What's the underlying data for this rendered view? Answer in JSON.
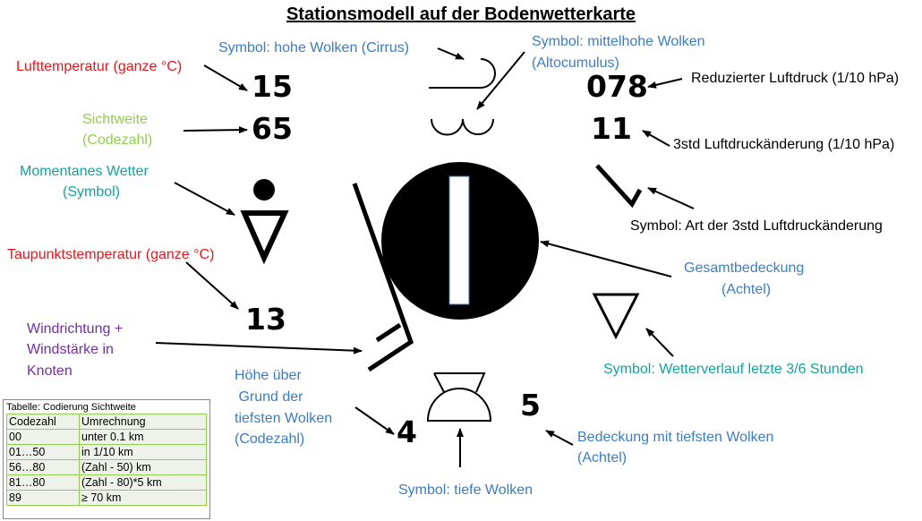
{
  "title": "Stationsmodell auf der Bodenwetterkarte",
  "labels": {
    "cirrus": "Symbol: hohe Wolken (Cirrus)",
    "altocumulus_1": "Symbol: mittelhohe Wolken",
    "altocumulus_2": "(Altocumulus)",
    "temperature": "Lufttemperatur (ganze °C)",
    "pressure": "Reduzierter Luftdruck (1/10 hPa)",
    "visibility_1": "Sichtweite",
    "visibility_2": "(Codezahl)",
    "tendency": "3std Luftdruckänderung (1/10 hPa)",
    "present_weather_1": "Momentanes Wetter",
    "present_weather_2": "(Symbol)",
    "tendency_type": "Symbol: Art der 3std Luftdruckänderung",
    "dewpoint": "Taupunktstemperatur (ganze °C)",
    "total_cover_1": "Gesamtbedeckung",
    "total_cover_2": "(Achtel)",
    "wind_1": "Windrichtung +",
    "wind_2": "Windstärke in",
    "wind_3": "Knoten",
    "past_weather": "Symbol: Wetterverlauf letzte 3/6 Stunden",
    "cloud_height_1": "Höhe über",
    "cloud_height_2": " Grund der",
    "cloud_height_3": "tiefsten Wolken",
    "cloud_height_4": "(Codezahl)",
    "low_cover_1": "Bedeckung mit tiefsten Wolken",
    "low_cover_2": "(Achtel)",
    "low_clouds": "Symbol: tiefe Wolken"
  },
  "values": {
    "temperature": "15",
    "visibility": "65",
    "dewpoint": "13",
    "pressure": "078",
    "tendency": "11",
    "cloud_height": "4",
    "low_cover": "5"
  },
  "table": {
    "caption": "Tabelle: Codierung Sichtweite",
    "headers": [
      "Codezahl",
      "Umrechnung"
    ],
    "rows": [
      [
        "00",
        "unter 0.1 km"
      ],
      [
        "01…50",
        "in 1/10 km"
      ],
      [
        "56…80",
        "(Zahl - 50) km"
      ],
      [
        "81…80",
        "(Zahl - 80)*5 km"
      ],
      [
        "89",
        "≥ 70 km"
      ]
    ]
  },
  "colors": {
    "red": "#e8151b",
    "green": "#8fce4e",
    "teal": "#12a39b",
    "blue": "#3b7dc2",
    "purple": "#7030a0"
  }
}
